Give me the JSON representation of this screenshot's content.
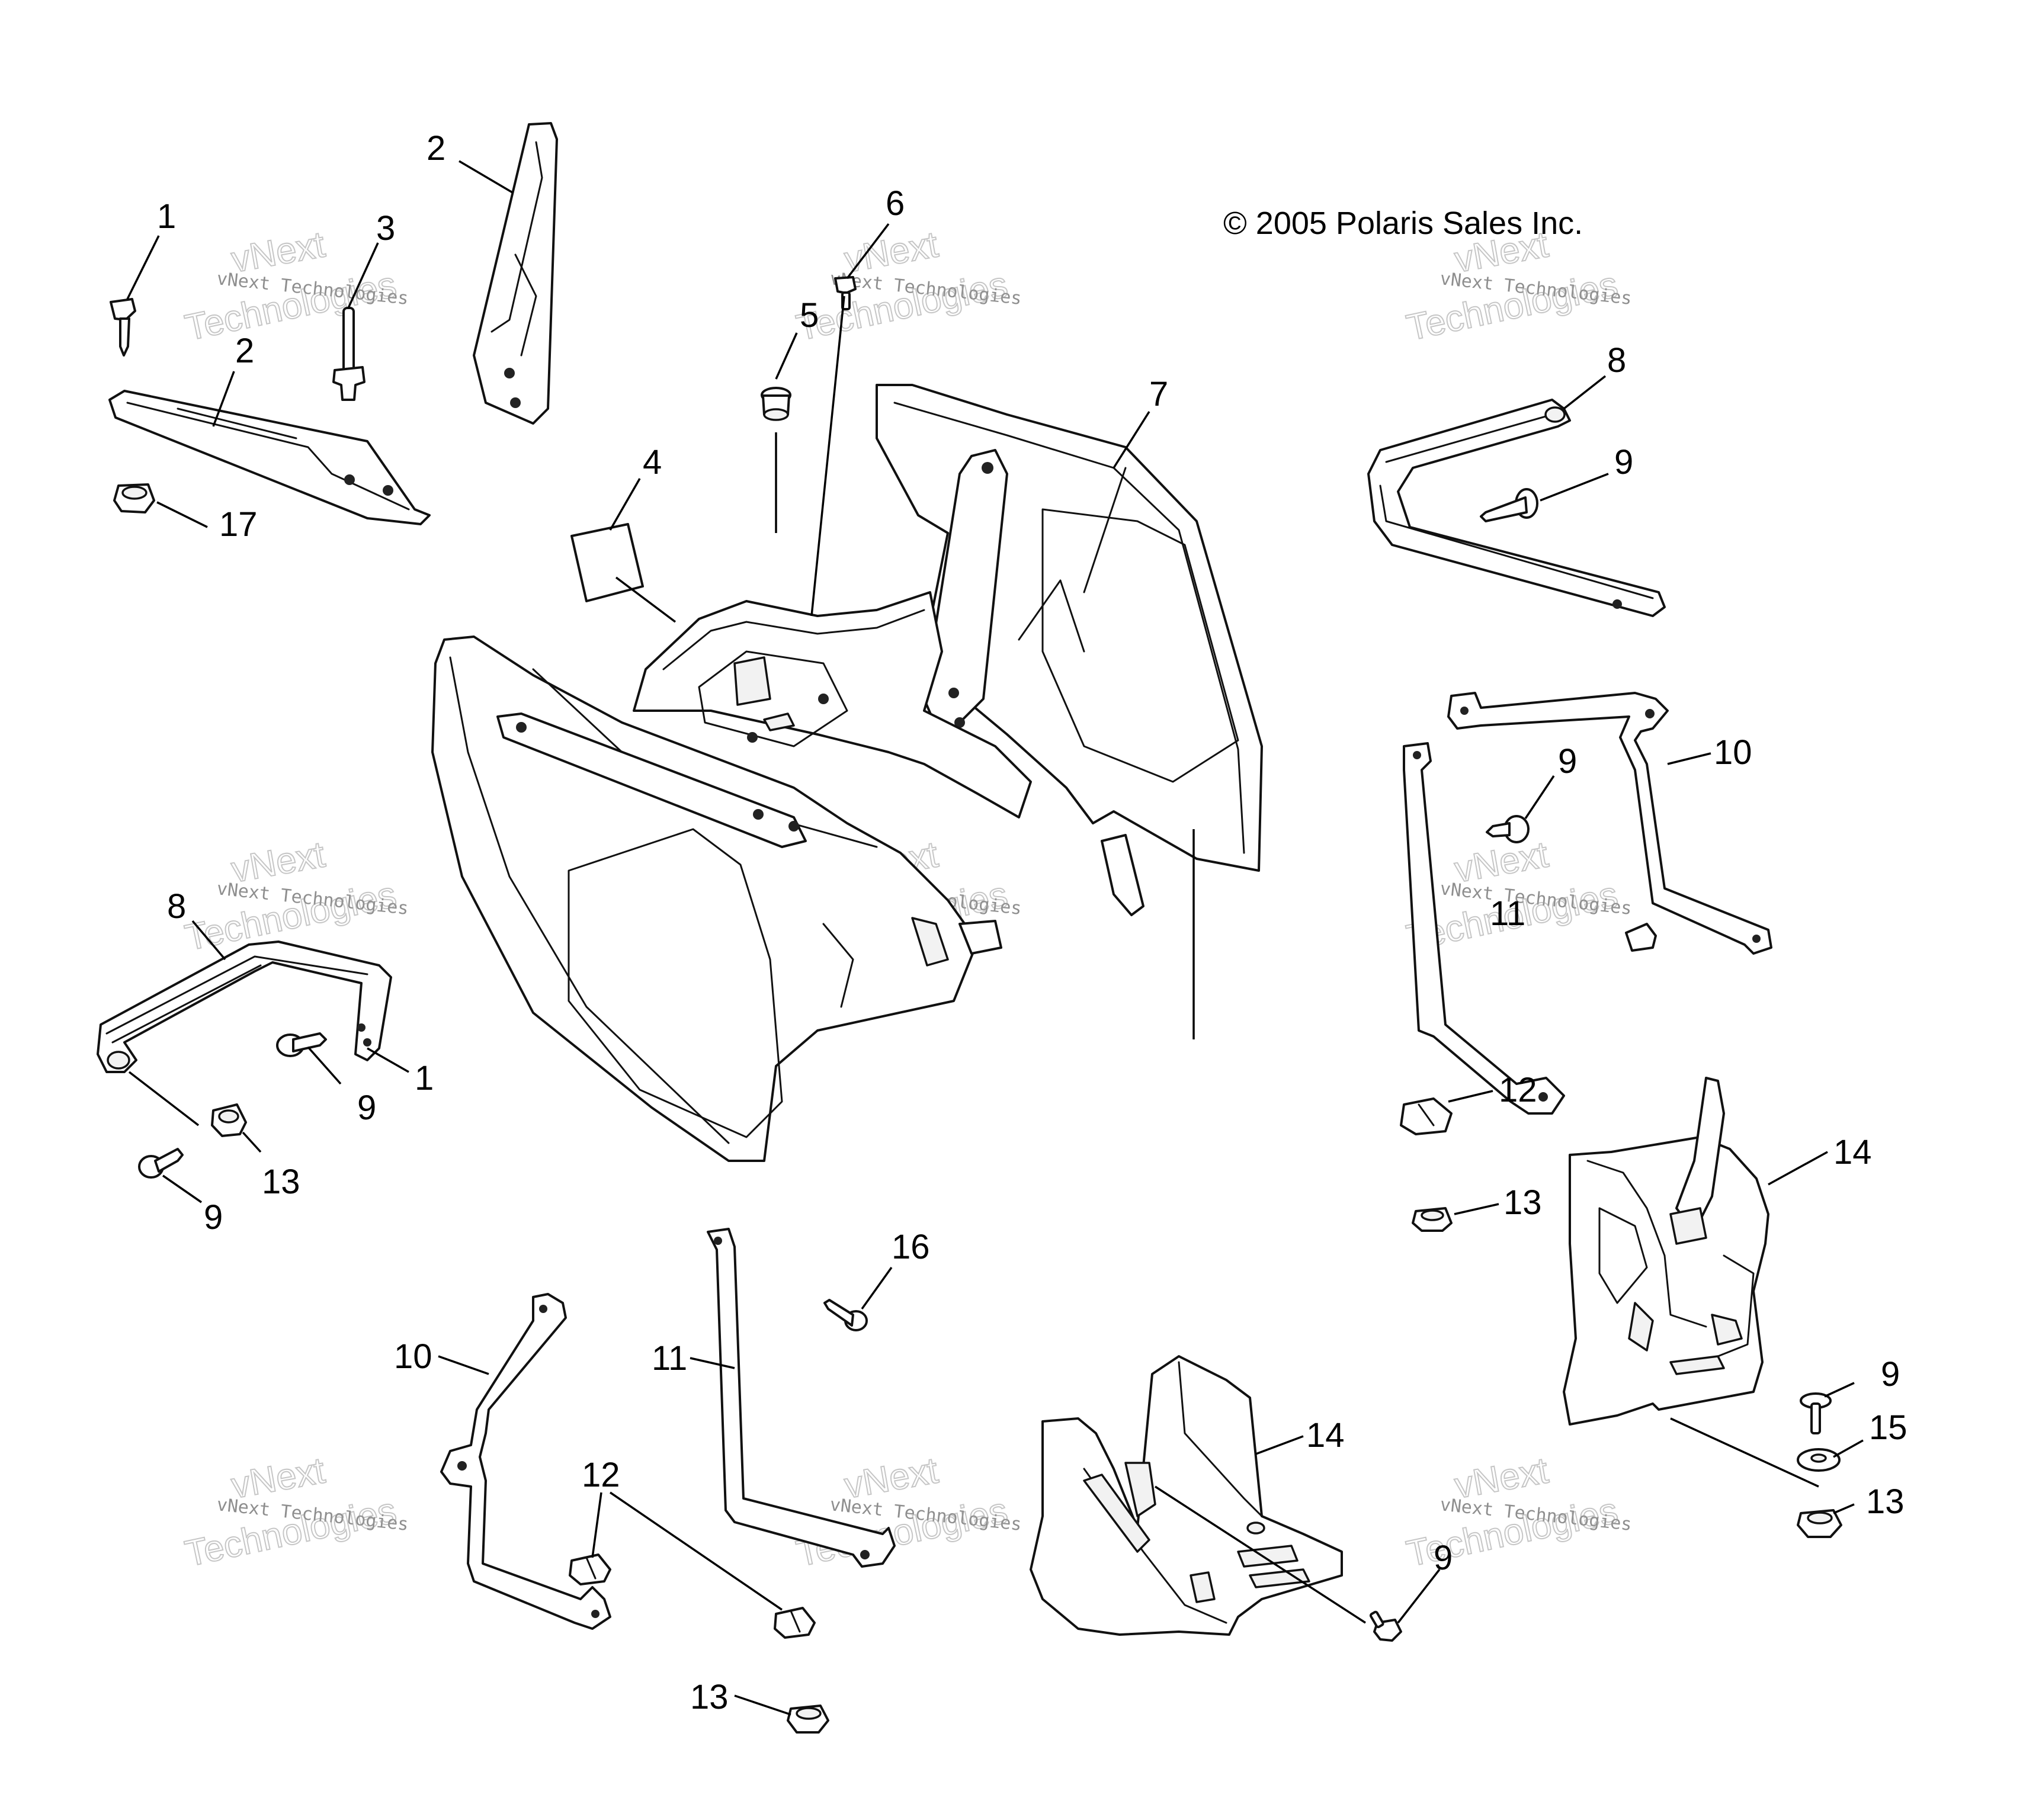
{
  "copyright": "© 2005 Polaris Sales Inc.",
  "watermark": {
    "line1": "vNext Technologies",
    "line2": "Technologies",
    "arc": "vNext"
  },
  "callouts": {
    "c1_top": "1",
    "c2_top": "2",
    "c3": "3",
    "c6": "6",
    "c5": "5",
    "c2_mid": "2",
    "c4": "4",
    "c7": "7",
    "c8_right": "8",
    "c9_right_top": "9",
    "c17": "17",
    "c10_right": "10",
    "c9_right_mid": "9",
    "c11_right": "11",
    "c8_left": "8",
    "c1_left": "1",
    "c9_left_a": "9",
    "c13_left": "13",
    "c9_left_b": "9",
    "c12_right": "12",
    "c14_right": "14",
    "c13_right": "13",
    "c16": "16",
    "c10_left": "10",
    "c11_left": "11",
    "c12_left": "12",
    "c14_center": "14",
    "c9_bottom_right": "9",
    "c15": "15",
    "c13_bottom_right": "13",
    "c9_bottom_center": "9",
    "c13_bottom": "13"
  }
}
